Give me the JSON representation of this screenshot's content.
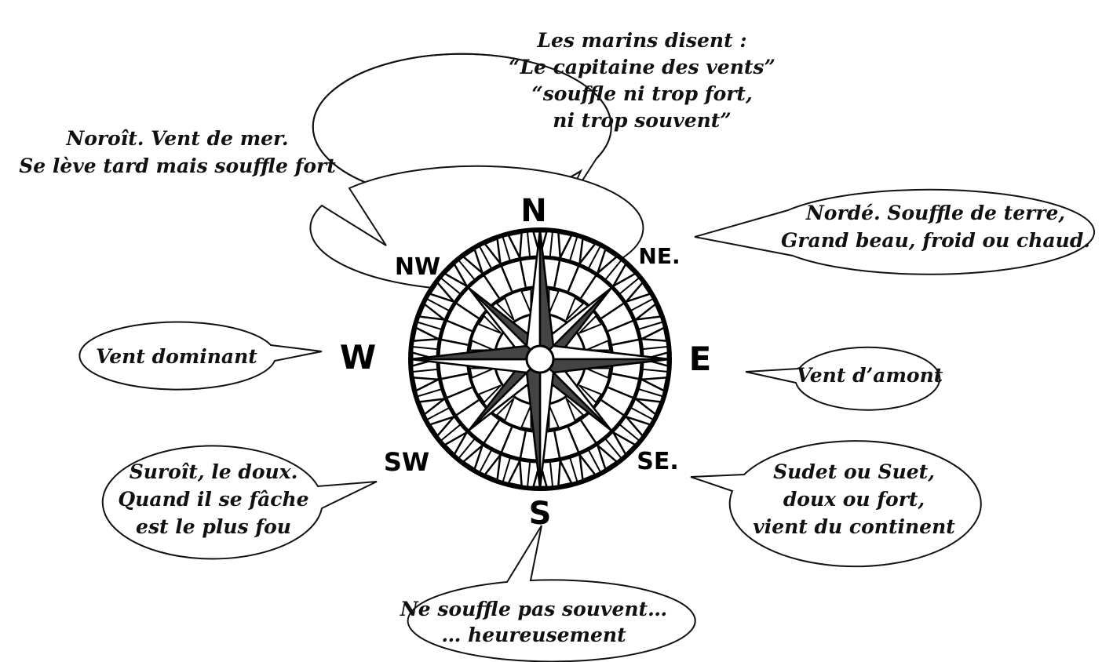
{
  "directions": {
    "n": "N",
    "ne": "NE.",
    "e": "E",
    "se": "SE.",
    "s": "S",
    "sw": "SW",
    "w": "W",
    "nw": "NW"
  },
  "bubbles": {
    "north": [
      "Les marins disent :",
      "“Le capitaine des vents”",
      "“souffle ni trop fort,",
      "ni trop souvent”"
    ],
    "northwest": [
      "Noroît. Vent de mer.",
      "Se lève tard mais souffle fort"
    ],
    "northeast": [
      "Nordé. Souffle de terre,",
      "Grand beau, froid ou chaud."
    ],
    "west": [
      "Vent dominant"
    ],
    "east": [
      "Vent d’amont"
    ],
    "southwest": [
      "Suroît, le doux.",
      "Quand il se fâche",
      "est le plus fou"
    ],
    "southeast": [
      "Sudet ou Suet,",
      "doux ou fort,",
      "vient du continent"
    ],
    "south": [
      "Ne souffle pas souvent…",
      "… heureusement"
    ]
  }
}
